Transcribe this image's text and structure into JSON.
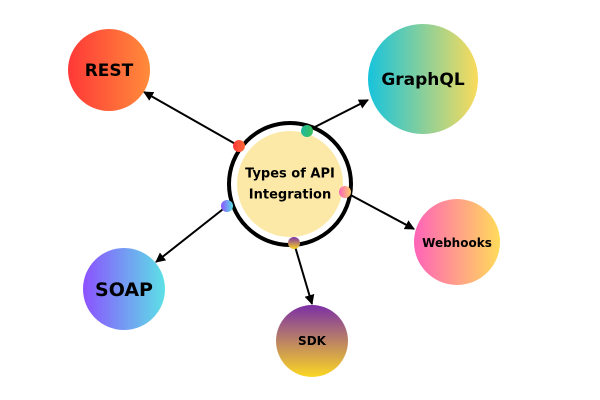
{
  "center": {
    "line1": "Types of API",
    "line2": "Integration",
    "fill": "#fde9a7",
    "ring": "#000000"
  },
  "nodes": [
    {
      "id": "rest",
      "label": "REST",
      "gradient": [
        "#ff3838",
        "#ff8c3a"
      ],
      "direction": "horizontal"
    },
    {
      "id": "graphql",
      "label": "GraphQL",
      "gradient": [
        "#17c3dc",
        "#fadb5a"
      ],
      "direction": "horizontal"
    },
    {
      "id": "webhooks",
      "label": "Webhooks",
      "gradient": [
        "#ff63b8",
        "#ffdb5a"
      ],
      "direction": "horizontal"
    },
    {
      "id": "soap",
      "label": "SOAP",
      "gradient": [
        "#8c52ff",
        "#5ce1e6"
      ],
      "direction": "horizontal"
    },
    {
      "id": "sdk",
      "label": "SDK",
      "gradient": [
        "#7b2fa6",
        "#fbd723"
      ],
      "direction": "vertical"
    }
  ]
}
